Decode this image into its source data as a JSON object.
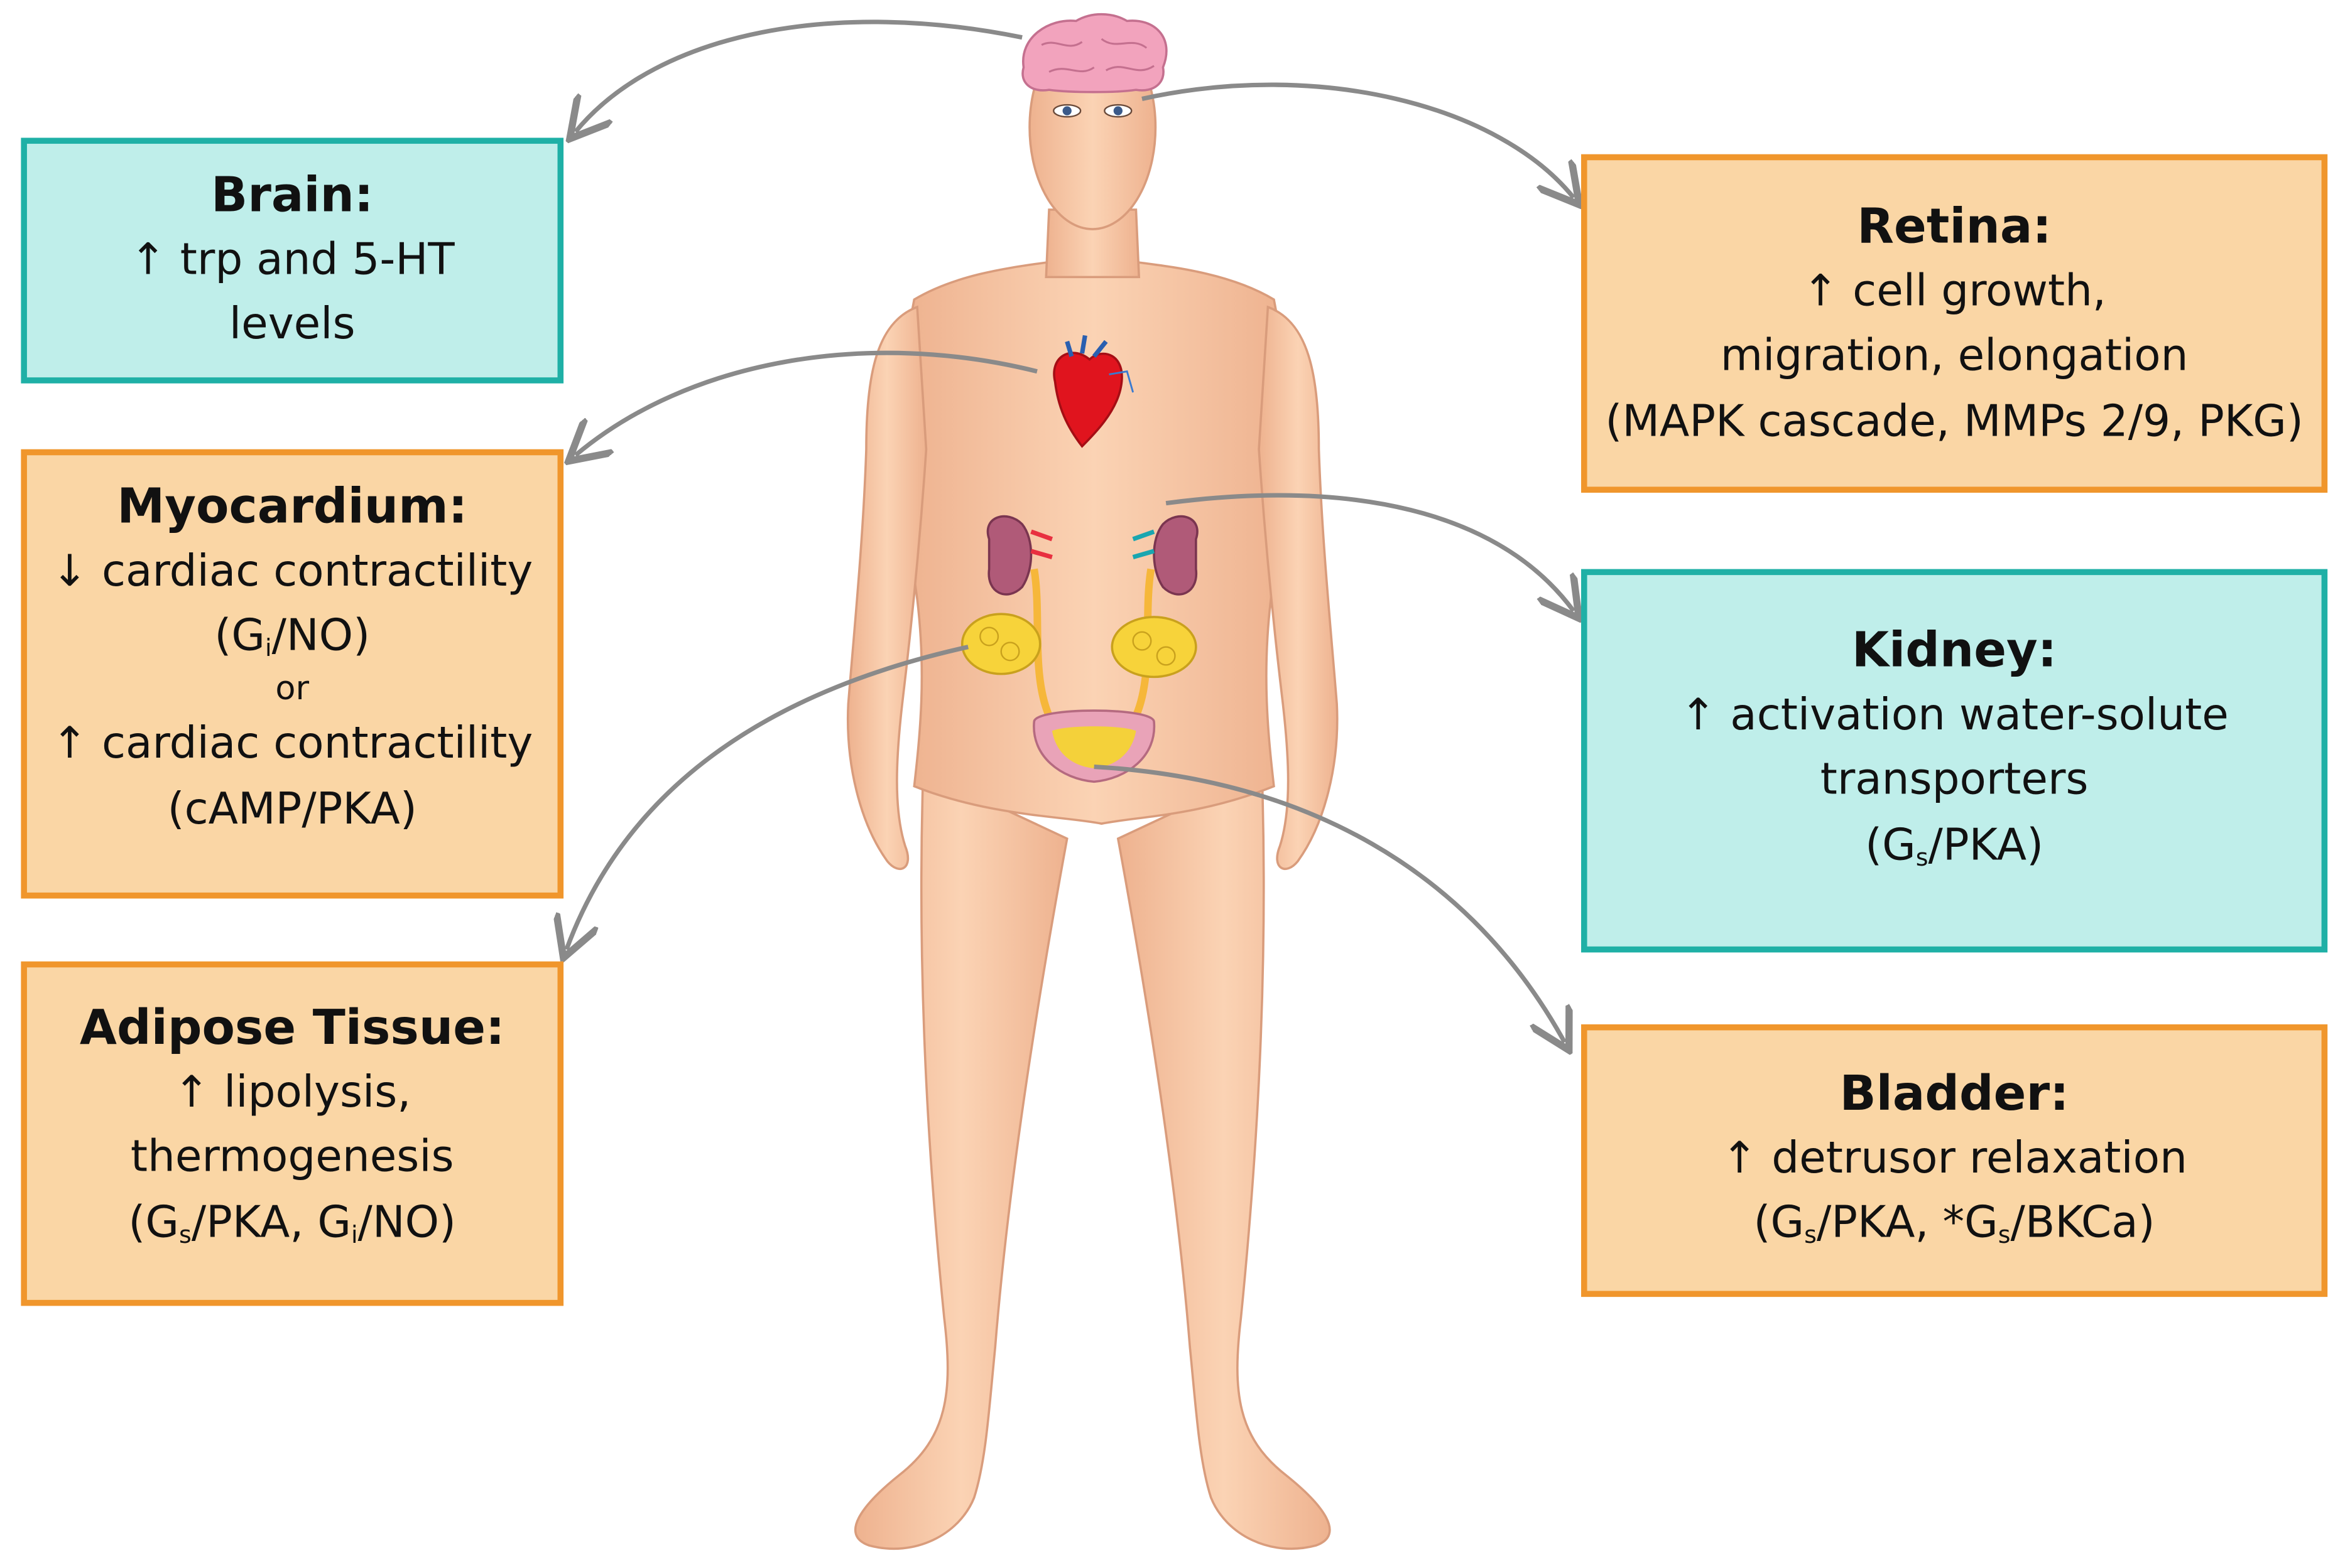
{
  "boxes": {
    "brain": {
      "title": "Brain:",
      "line1": "↑ trp and 5-HT",
      "line2": "levels"
    },
    "myocardium": {
      "title": "Myocardium:",
      "line1": "↓ cardiac contractility",
      "line2_open": "(G",
      "line2_sub": "i",
      "line2_close": "/NO)",
      "or": "or",
      "line3": "↑ cardiac contractility",
      "line4": "(cAMP/PKA)"
    },
    "adipose": {
      "title": "Adipose Tissue:",
      "line1": "↑ lipolysis,",
      "line2": "thermogenesis",
      "line3_a": "(G",
      "line3_sub1": "s",
      "line3_b": "/PKA, G",
      "line3_sub2": "i",
      "line3_c": "/NO)"
    },
    "retina": {
      "title": "Retina:",
      "line1": "↑ cell growth,",
      "line2": "migration, elongation",
      "line3": "(MAPK cascade, MMPs 2/9, PKG)"
    },
    "kidney": {
      "title": "Kidney:",
      "line1": "↑ activation water-solute",
      "line2": "transporters",
      "line3_open": "(G",
      "line3_sub": "s",
      "line3_close": "/PKA)"
    },
    "bladder": {
      "title": "Bladder:",
      "line1": "↑ detrusor relaxation",
      "line2_a": "(G",
      "line2_sub1": "s",
      "line2_b": "/PKA, *G",
      "line2_sub2": "s",
      "line2_c": "/BKCa)"
    }
  },
  "colors": {
    "orange_border": "#f0962c",
    "orange_fill": "#fad6a5",
    "teal_border": "#1fb0a6",
    "teal_fill": "#bfeeea",
    "skin": "#f6c8a6",
    "arrow": "#8a8a8a"
  },
  "icons": [
    "brain-icon",
    "heart-icon",
    "kidney-icon",
    "adipose-icon",
    "bladder-icon"
  ]
}
